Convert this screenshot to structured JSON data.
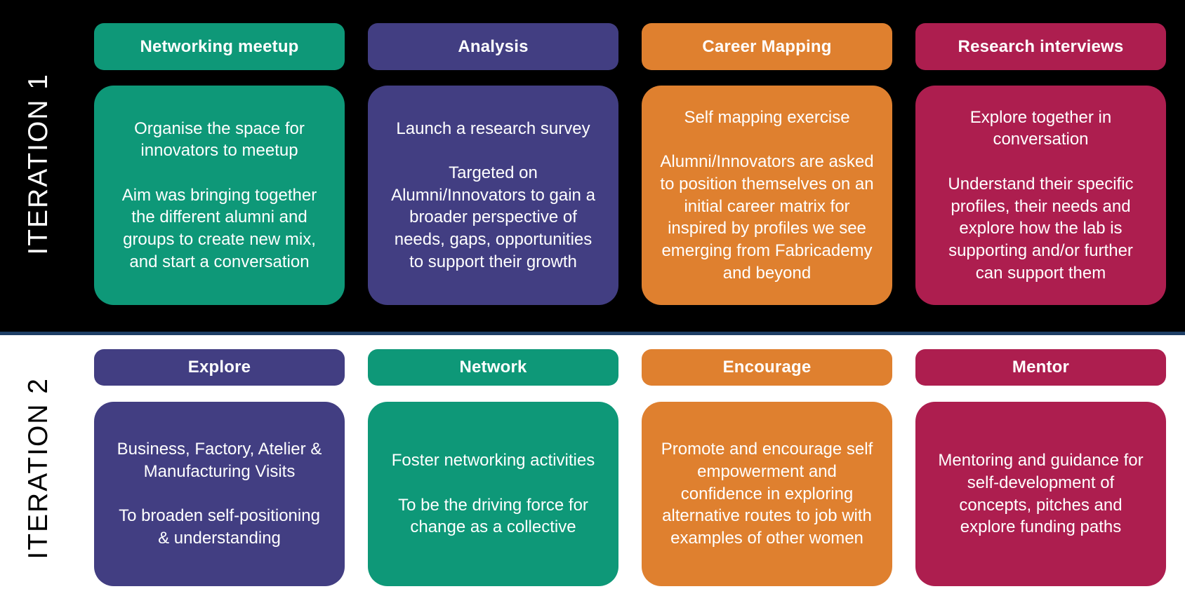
{
  "theme": {
    "top_background": "#000000",
    "bottom_background": "#ffffff",
    "divider_color": "#1E3F66",
    "card_text_color": "#ffffff",
    "green": "#0E9878",
    "purple": "#423E82",
    "orange": "#DF802F",
    "crimson": "#AD1E4F"
  },
  "rows": [
    {
      "label": "ITERATION 1",
      "label_color": "#ffffff",
      "columns": [
        {
          "header": "Networking meetup",
          "color": "#0E9878",
          "body": "Organise the space for innovators to meetup\n\nAim was bringing together the different alumni and groups to create new mix, and start a conversation"
        },
        {
          "header": "Analysis",
          "color": "#423E82",
          "body": "Launch a research survey\n\nTargeted on Alumni/Innovators to gain a broader perspective of needs, gaps, opportunities to support their growth"
        },
        {
          "header": "Career Mapping",
          "color": "#DF802F",
          "body": "Self mapping exercise\n\nAlumni/Innovators are asked to position themselves on an initial career matrix for inspired by profiles we see emerging from Fabricademy and beyond"
        },
        {
          "header": "Research interviews",
          "color": "#AD1E4F",
          "body": "Explore together in conversation\n\nUnderstand their specific profiles, their needs and explore how the lab is supporting and/or further can support them"
        }
      ]
    },
    {
      "label": "ITERATION 2",
      "label_color": "#000000",
      "columns": [
        {
          "header": "Explore",
          "color": "#423E82",
          "body": "Business, Factory, Atelier & Manufacturing Visits\n\nTo broaden self-positioning & understanding"
        },
        {
          "header": "Network",
          "color": "#0E9878",
          "body": "Foster networking activities\n\nTo be the driving force for change as a collective"
        },
        {
          "header": "Encourage",
          "color": "#DF802F",
          "body": "Promote and encourage self empowerment and confidence in exploring alternative routes to job with examples of other women"
        },
        {
          "header": "Mentor",
          "color": "#AD1E4F",
          "body": "Mentoring and guidance for self-development of concepts, pitches and explore funding paths"
        }
      ]
    }
  ]
}
